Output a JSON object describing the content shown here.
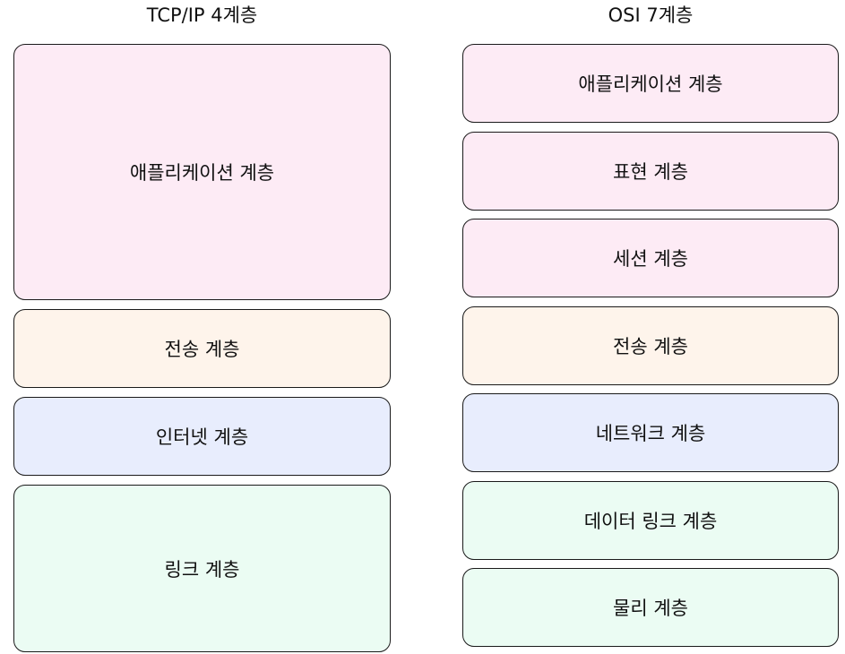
{
  "tcpip": {
    "title": "TCP/IP 4계층",
    "layers": [
      {
        "label": "애플리케이션 계층",
        "color": "#fdebf5"
      },
      {
        "label": "전송 계층",
        "color": "#fef4eb"
      },
      {
        "label": "인터넷 계층",
        "color": "#e8edfd"
      },
      {
        "label": "링크 계층",
        "color": "#ebfcf3"
      }
    ]
  },
  "osi": {
    "title": "OSI 7계층",
    "layers": [
      {
        "label": "애플리케이션 계층",
        "color": "#fdebf5"
      },
      {
        "label": "표현 계층",
        "color": "#fdebf5"
      },
      {
        "label": "세션 계층",
        "color": "#fdebf5"
      },
      {
        "label": "전송 계층",
        "color": "#fef4eb"
      },
      {
        "label": "네트워크 계층",
        "color": "#e8edfd"
      },
      {
        "label": "데이터 링크 계층",
        "color": "#ebfcf3"
      },
      {
        "label": "물리 계층",
        "color": "#ebfcf3"
      }
    ]
  }
}
